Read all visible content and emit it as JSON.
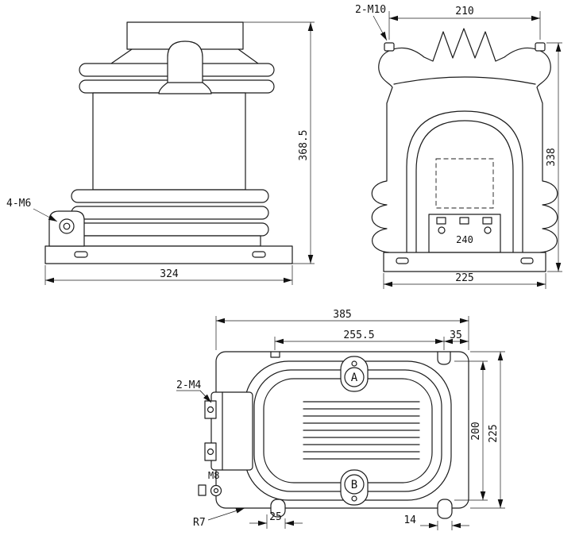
{
  "colors": {
    "ink": "#1c1c1c",
    "background": "#ffffff"
  },
  "drawing": {
    "front_view": {
      "bolt_label": "4-M6",
      "dim_height": "368.5",
      "dim_width": "324"
    },
    "side_view": {
      "bolt_label": "2-M10",
      "dim_top_width": "210",
      "dim_height": "338",
      "dim_terminal": "240",
      "dim_base_width": "225"
    },
    "plan_view": {
      "dim_overall_width": "385",
      "dim_inner_width": "255.5",
      "dim_edge_offset": "35",
      "bolt_label": "2-M4",
      "ground_label": "M8",
      "radius_label": "R7",
      "dim_slot_left": "25",
      "dim_slot_right": "14",
      "dim_body_height": "200",
      "dim_plate_height": "225",
      "terminal_a": "A",
      "terminal_b": "B"
    }
  }
}
